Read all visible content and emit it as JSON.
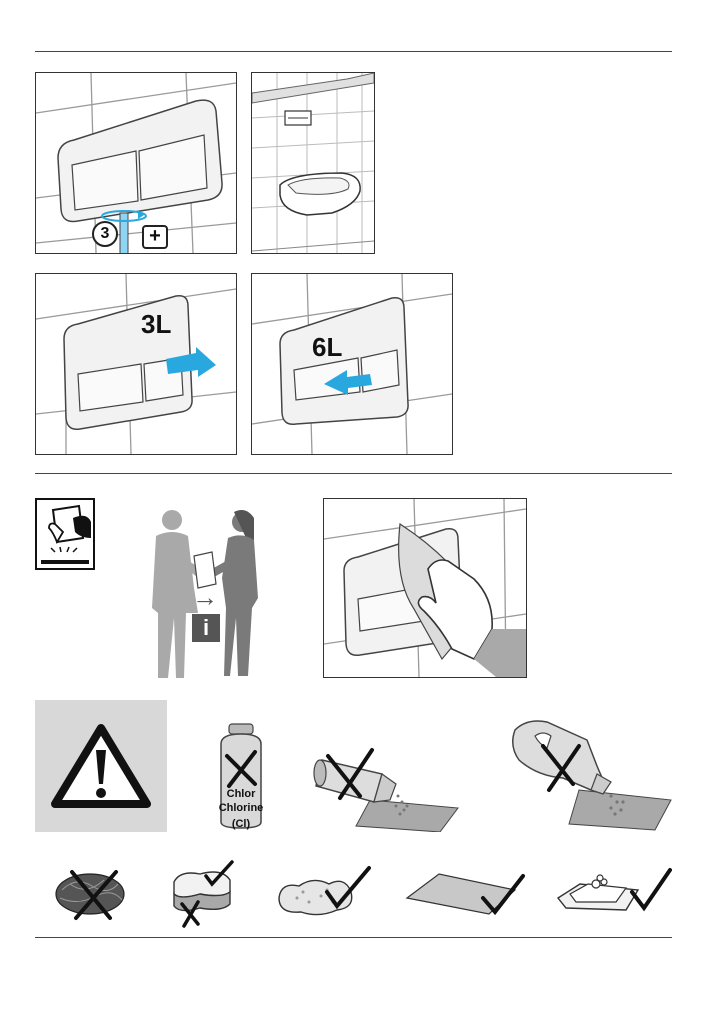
{
  "panels": {
    "flush_small": {
      "label": "3L"
    },
    "flush_large": {
      "label": "6L"
    },
    "install_step": {
      "number": "3",
      "symbol": "+"
    }
  },
  "handover": {
    "info_symbol": "i",
    "arrow_symbol": "→"
  },
  "chemicals": {
    "can_label_line1": "Chlor",
    "can_label_line2": "Chlorine",
    "can_label_line3": "(Cl)"
  },
  "icons": {
    "warning": "warning-triangle-icon",
    "manual": "read-manual-icon",
    "allowed": "check-icon",
    "forbidden": "cross-icon"
  },
  "colors": {
    "arrow_blue": "#29a8e0",
    "panel_grey": "#f2f2f2",
    "silhouette_grey": "#a9a9a9",
    "warning_bg": "#d8d8d8"
  }
}
